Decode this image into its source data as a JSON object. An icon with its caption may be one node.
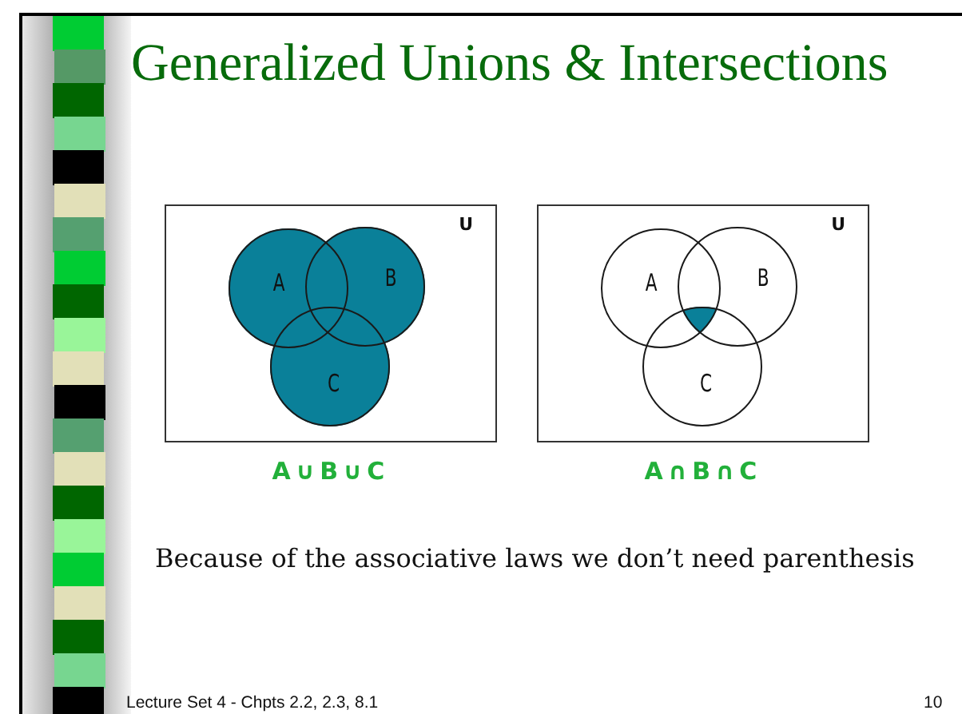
{
  "diagram": {
    "title": "Generalized Unions & Intersections",
    "nodes": [
      {
        "text": [
          "U"
        ],
        "beside": [
          "A∪B∪C"
        ]
      },
      {
        "text": [
          "A"
        ],
        "in": 0
      },
      {
        "text": [
          "B"
        ],
        "in": 0
      },
      {
        "text": [
          "C"
        ],
        "in": 0
      },
      {
        "text": [
          "U"
        ],
        "beside": [
          "A∩B∩C"
        ]
      },
      {
        "text": [
          "A"
        ],
        "in": 4
      },
      {
        "text": [
          "B"
        ],
        "in": 4
      },
      {
        "text": [
          "C"
        ],
        "in": 4
      }
    ],
    "labels": [
      "Because of the associative laws we don’t need parenthesis",
      "Lecture Set 4 - Chpts 2.2, 2.3, 8.1",
      "10"
    ]
  }
}
